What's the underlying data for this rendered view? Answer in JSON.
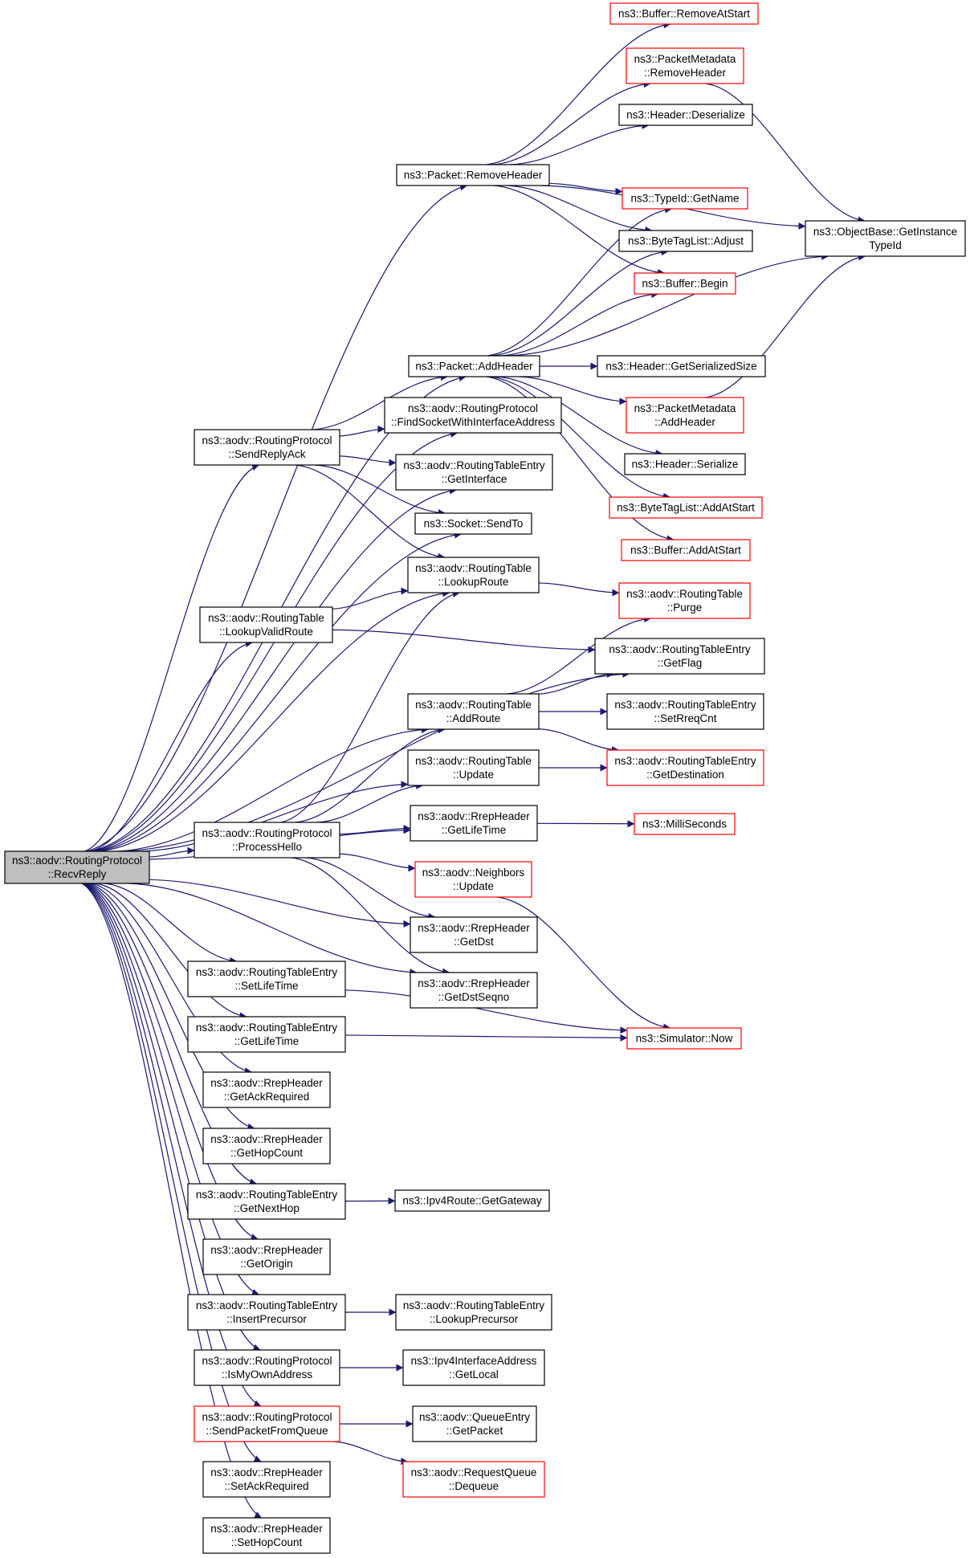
{
  "colors": {
    "edge": "#191970",
    "border_default": "#000000",
    "border_incomplete": "#ff0000",
    "root_fill": "#bfbfbf",
    "node_fill": "#ffffff"
  },
  "nodes": [
    {
      "id": "recvReply",
      "lines": [
        "ns3::aodv::RoutingProtocol",
        "::RecvReply"
      ],
      "style": "root"
    },
    {
      "id": "bufRemoveAtStart",
      "lines": [
        "ns3::Buffer::RemoveAtStart"
      ],
      "style": "red"
    },
    {
      "id": "pmRemoveHeader",
      "lines": [
        "ns3::PacketMetadata",
        "::RemoveHeader"
      ],
      "style": "red"
    },
    {
      "id": "hdrDeserialize",
      "lines": [
        "ns3::Header::Deserialize"
      ],
      "style": "black"
    },
    {
      "id": "pktRemoveHeader",
      "lines": [
        "ns3::Packet::RemoveHeader"
      ],
      "style": "black"
    },
    {
      "id": "typeIdGetName",
      "lines": [
        "ns3::TypeId::GetName"
      ],
      "style": "red"
    },
    {
      "id": "objGetInstanceTypeId",
      "lines": [
        "ns3::ObjectBase::GetInstance",
        "TypeId"
      ],
      "style": "black"
    },
    {
      "id": "btlAdjust",
      "lines": [
        "ns3::ByteTagList::Adjust"
      ],
      "style": "black"
    },
    {
      "id": "bufBegin",
      "lines": [
        "ns3::Buffer::Begin"
      ],
      "style": "red"
    },
    {
      "id": "pktAddHeader",
      "lines": [
        "ns3::Packet::AddHeader"
      ],
      "style": "black"
    },
    {
      "id": "hdrGetSerializedSize",
      "lines": [
        "ns3::Header::GetSerializedSize"
      ],
      "style": "black"
    },
    {
      "id": "findSocket",
      "lines": [
        "ns3::aodv::RoutingProtocol",
        "::FindSocketWithInterfaceAddress"
      ],
      "style": "black"
    },
    {
      "id": "pmAddHeader",
      "lines": [
        "ns3::PacketMetadata",
        "::AddHeader"
      ],
      "style": "red"
    },
    {
      "id": "sendReplyAck",
      "lines": [
        "ns3::aodv::RoutingProtocol",
        "::SendReplyAck"
      ],
      "style": "black"
    },
    {
      "id": "rteGetInterface",
      "lines": [
        "ns3::aodv::RoutingTableEntry",
        "::GetInterface"
      ],
      "style": "black"
    },
    {
      "id": "hdrSerialize",
      "lines": [
        "ns3::Header::Serialize"
      ],
      "style": "black"
    },
    {
      "id": "socketSendTo",
      "lines": [
        "ns3::Socket::SendTo"
      ],
      "style": "black"
    },
    {
      "id": "btlAddAtStart",
      "lines": [
        "ns3::ByteTagList::AddAtStart"
      ],
      "style": "red"
    },
    {
      "id": "bufAddAtStart",
      "lines": [
        "ns3::Buffer::AddAtStart"
      ],
      "style": "red"
    },
    {
      "id": "rtLookupRoute",
      "lines": [
        "ns3::aodv::RoutingTable",
        "::LookupRoute"
      ],
      "style": "black"
    },
    {
      "id": "rtLookupValidRoute",
      "lines": [
        "ns3::aodv::RoutingTable",
        "::LookupValidRoute"
      ],
      "style": "black"
    },
    {
      "id": "rtPurge",
      "lines": [
        "ns3::aodv::RoutingTable",
        "::Purge"
      ],
      "style": "red"
    },
    {
      "id": "rteGetFlag",
      "lines": [
        "ns3::aodv::RoutingTableEntry",
        "::GetFlag"
      ],
      "style": "black"
    },
    {
      "id": "rtAddRoute",
      "lines": [
        "ns3::aodv::RoutingTable",
        "::AddRoute"
      ],
      "style": "black"
    },
    {
      "id": "rteSetRreqCnt",
      "lines": [
        "ns3::aodv::RoutingTableEntry",
        "::SetRreqCnt"
      ],
      "style": "black"
    },
    {
      "id": "rtUpdate",
      "lines": [
        "ns3::aodv::RoutingTable",
        "::Update"
      ],
      "style": "black"
    },
    {
      "id": "rteGetDestination",
      "lines": [
        "ns3::aodv::RoutingTableEntry",
        "::GetDestination"
      ],
      "style": "red"
    },
    {
      "id": "rrepGetLifeTime",
      "lines": [
        "ns3::aodv::RrepHeader",
        "::GetLifeTime"
      ],
      "style": "black"
    },
    {
      "id": "milliSeconds",
      "lines": [
        "ns3::MilliSeconds"
      ],
      "style": "red"
    },
    {
      "id": "processHello",
      "lines": [
        "ns3::aodv::RoutingProtocol",
        "::ProcessHello"
      ],
      "style": "black"
    },
    {
      "id": "neighborsUpdate",
      "lines": [
        "ns3::aodv::Neighbors",
        "::Update"
      ],
      "style": "red"
    },
    {
      "id": "rrepGetDst",
      "lines": [
        "ns3::aodv::RrepHeader",
        "::GetDst"
      ],
      "style": "black"
    },
    {
      "id": "rteSetLifeTime",
      "lines": [
        "ns3::aodv::RoutingTableEntry",
        "::SetLifeTime"
      ],
      "style": "black"
    },
    {
      "id": "rrepGetDstSeqno",
      "lines": [
        "ns3::aodv::RrepHeader",
        "::GetDstSeqno"
      ],
      "style": "black"
    },
    {
      "id": "rteGetLifeTime",
      "lines": [
        "ns3::aodv::RoutingTableEntry",
        "::GetLifeTime"
      ],
      "style": "black"
    },
    {
      "id": "simulatorNow",
      "lines": [
        "ns3::Simulator::Now"
      ],
      "style": "red"
    },
    {
      "id": "rrepGetAckRequired",
      "lines": [
        "ns3::aodv::RrepHeader",
        "::GetAckRequired"
      ],
      "style": "black"
    },
    {
      "id": "rrepGetHopCount",
      "lines": [
        "ns3::aodv::RrepHeader",
        "::GetHopCount"
      ],
      "style": "black"
    },
    {
      "id": "rteGetNextHop",
      "lines": [
        "ns3::aodv::RoutingTableEntry",
        "::GetNextHop"
      ],
      "style": "black"
    },
    {
      "id": "ipv4RouteGetGateway",
      "lines": [
        "ns3::Ipv4Route::GetGateway"
      ],
      "style": "black"
    },
    {
      "id": "rrepGetOrigin",
      "lines": [
        "ns3::aodv::RrepHeader",
        "::GetOrigin"
      ],
      "style": "black"
    },
    {
      "id": "rteInsertPrecursor",
      "lines": [
        "ns3::aodv::RoutingTableEntry",
        "::InsertPrecursor"
      ],
      "style": "black"
    },
    {
      "id": "rteLookupPrecursor",
      "lines": [
        "ns3::aodv::RoutingTableEntry",
        "::LookupPrecursor"
      ],
      "style": "black"
    },
    {
      "id": "isMyOwnAddress",
      "lines": [
        "ns3::aodv::RoutingProtocol",
        "::IsMyOwnAddress"
      ],
      "style": "black"
    },
    {
      "id": "ipv4IfaceGetLocal",
      "lines": [
        "ns3::Ipv4InterfaceAddress",
        "::GetLocal"
      ],
      "style": "black"
    },
    {
      "id": "sendPacketFromQueue",
      "lines": [
        "ns3::aodv::RoutingProtocol",
        "::SendPacketFromQueue"
      ],
      "style": "red"
    },
    {
      "id": "queueEntryGetPacket",
      "lines": [
        "ns3::aodv::QueueEntry",
        "::GetPacket"
      ],
      "style": "black"
    },
    {
      "id": "requestQueueDequeue",
      "lines": [
        "ns3::aodv::RequestQueue",
        "::Dequeue"
      ],
      "style": "red"
    },
    {
      "id": "rrepSetAckRequired",
      "lines": [
        "ns3::aodv::RrepHeader",
        "::SetAckRequired"
      ],
      "style": "black"
    },
    {
      "id": "rrepSetHopCount",
      "lines": [
        "ns3::aodv::RrepHeader",
        "::SetHopCount"
      ],
      "style": "black"
    }
  ],
  "edges": [
    [
      "recvReply",
      "pktRemoveHeader"
    ],
    [
      "recvReply",
      "pktAddHeader"
    ],
    [
      "recvReply",
      "findSocket"
    ],
    [
      "recvReply",
      "sendReplyAck"
    ],
    [
      "recvReply",
      "rteGetInterface"
    ],
    [
      "recvReply",
      "socketSendTo"
    ],
    [
      "recvReply",
      "rtLookupRoute"
    ],
    [
      "recvReply",
      "rtLookupValidRoute"
    ],
    [
      "recvReply",
      "rteGetFlag"
    ],
    [
      "recvReply",
      "rtAddRoute"
    ],
    [
      "recvReply",
      "rtUpdate"
    ],
    [
      "recvReply",
      "rrepGetLifeTime"
    ],
    [
      "recvReply",
      "processHello"
    ],
    [
      "recvReply",
      "rrepGetDst"
    ],
    [
      "recvReply",
      "rrepGetDstSeqno"
    ],
    [
      "recvReply",
      "rteSetLifeTime"
    ],
    [
      "recvReply",
      "rteGetLifeTime"
    ],
    [
      "recvReply",
      "rrepGetAckRequired"
    ],
    [
      "recvReply",
      "rrepGetHopCount"
    ],
    [
      "recvReply",
      "rteGetNextHop"
    ],
    [
      "recvReply",
      "rrepGetOrigin"
    ],
    [
      "recvReply",
      "rteInsertPrecursor"
    ],
    [
      "recvReply",
      "isMyOwnAddress"
    ],
    [
      "recvReply",
      "sendPacketFromQueue"
    ],
    [
      "recvReply",
      "rrepSetAckRequired"
    ],
    [
      "recvReply",
      "rrepSetHopCount"
    ],
    [
      "pktRemoveHeader",
      "bufRemoveAtStart"
    ],
    [
      "pktRemoveHeader",
      "pmRemoveHeader"
    ],
    [
      "pktRemoveHeader",
      "hdrDeserialize"
    ],
    [
      "pktRemoveHeader",
      "typeIdGetName"
    ],
    [
      "pktRemoveHeader",
      "objGetInstanceTypeId"
    ],
    [
      "pktRemoveHeader",
      "btlAdjust"
    ],
    [
      "pktRemoveHeader",
      "bufBegin"
    ],
    [
      "pmRemoveHeader",
      "objGetInstanceTypeId"
    ],
    [
      "pktAddHeader",
      "btlAdjust"
    ],
    [
      "pktAddHeader",
      "typeIdGetName"
    ],
    [
      "pktAddHeader",
      "bufBegin"
    ],
    [
      "pktAddHeader",
      "objGetInstanceTypeId"
    ],
    [
      "pktAddHeader",
      "hdrGetSerializedSize"
    ],
    [
      "pktAddHeader",
      "pmAddHeader"
    ],
    [
      "pktAddHeader",
      "hdrSerialize"
    ],
    [
      "pktAddHeader",
      "btlAddAtStart"
    ],
    [
      "pktAddHeader",
      "bufAddAtStart"
    ],
    [
      "pmAddHeader",
      "objGetInstanceTypeId"
    ],
    [
      "sendReplyAck",
      "pktAddHeader"
    ],
    [
      "sendReplyAck",
      "findSocket"
    ],
    [
      "sendReplyAck",
      "rteGetInterface"
    ],
    [
      "sendReplyAck",
      "socketSendTo"
    ],
    [
      "sendReplyAck",
      "rtLookupRoute"
    ],
    [
      "rtLookupRoute",
      "rtPurge"
    ],
    [
      "rtLookupValidRoute",
      "rtLookupRoute"
    ],
    [
      "rtLookupValidRoute",
      "rteGetFlag"
    ],
    [
      "rtAddRoute",
      "rtPurge"
    ],
    [
      "rtAddRoute",
      "rteGetFlag"
    ],
    [
      "rtAddRoute",
      "rteSetRreqCnt"
    ],
    [
      "rtAddRoute",
      "rteGetDestination"
    ],
    [
      "rtUpdate",
      "rteGetDestination"
    ],
    [
      "rrepGetLifeTime",
      "milliSeconds"
    ],
    [
      "processHello",
      "rtLookupRoute"
    ],
    [
      "processHello",
      "rtAddRoute"
    ],
    [
      "processHello",
      "rtUpdate"
    ],
    [
      "processHello",
      "rrepGetLifeTime"
    ],
    [
      "processHello",
      "neighborsUpdate"
    ],
    [
      "processHello",
      "rrepGetDst"
    ],
    [
      "processHello",
      "rrepGetDstSeqno"
    ],
    [
      "neighborsUpdate",
      "simulatorNow"
    ],
    [
      "rteSetLifeTime",
      "simulatorNow"
    ],
    [
      "rteGetLifeTime",
      "simulatorNow"
    ],
    [
      "rteGetNextHop",
      "ipv4RouteGetGateway"
    ],
    [
      "rteInsertPrecursor",
      "rteLookupPrecursor"
    ],
    [
      "isMyOwnAddress",
      "ipv4IfaceGetLocal"
    ],
    [
      "sendPacketFromQueue",
      "queueEntryGetPacket"
    ],
    [
      "sendPacketFromQueue",
      "requestQueueDequeue"
    ]
  ]
}
